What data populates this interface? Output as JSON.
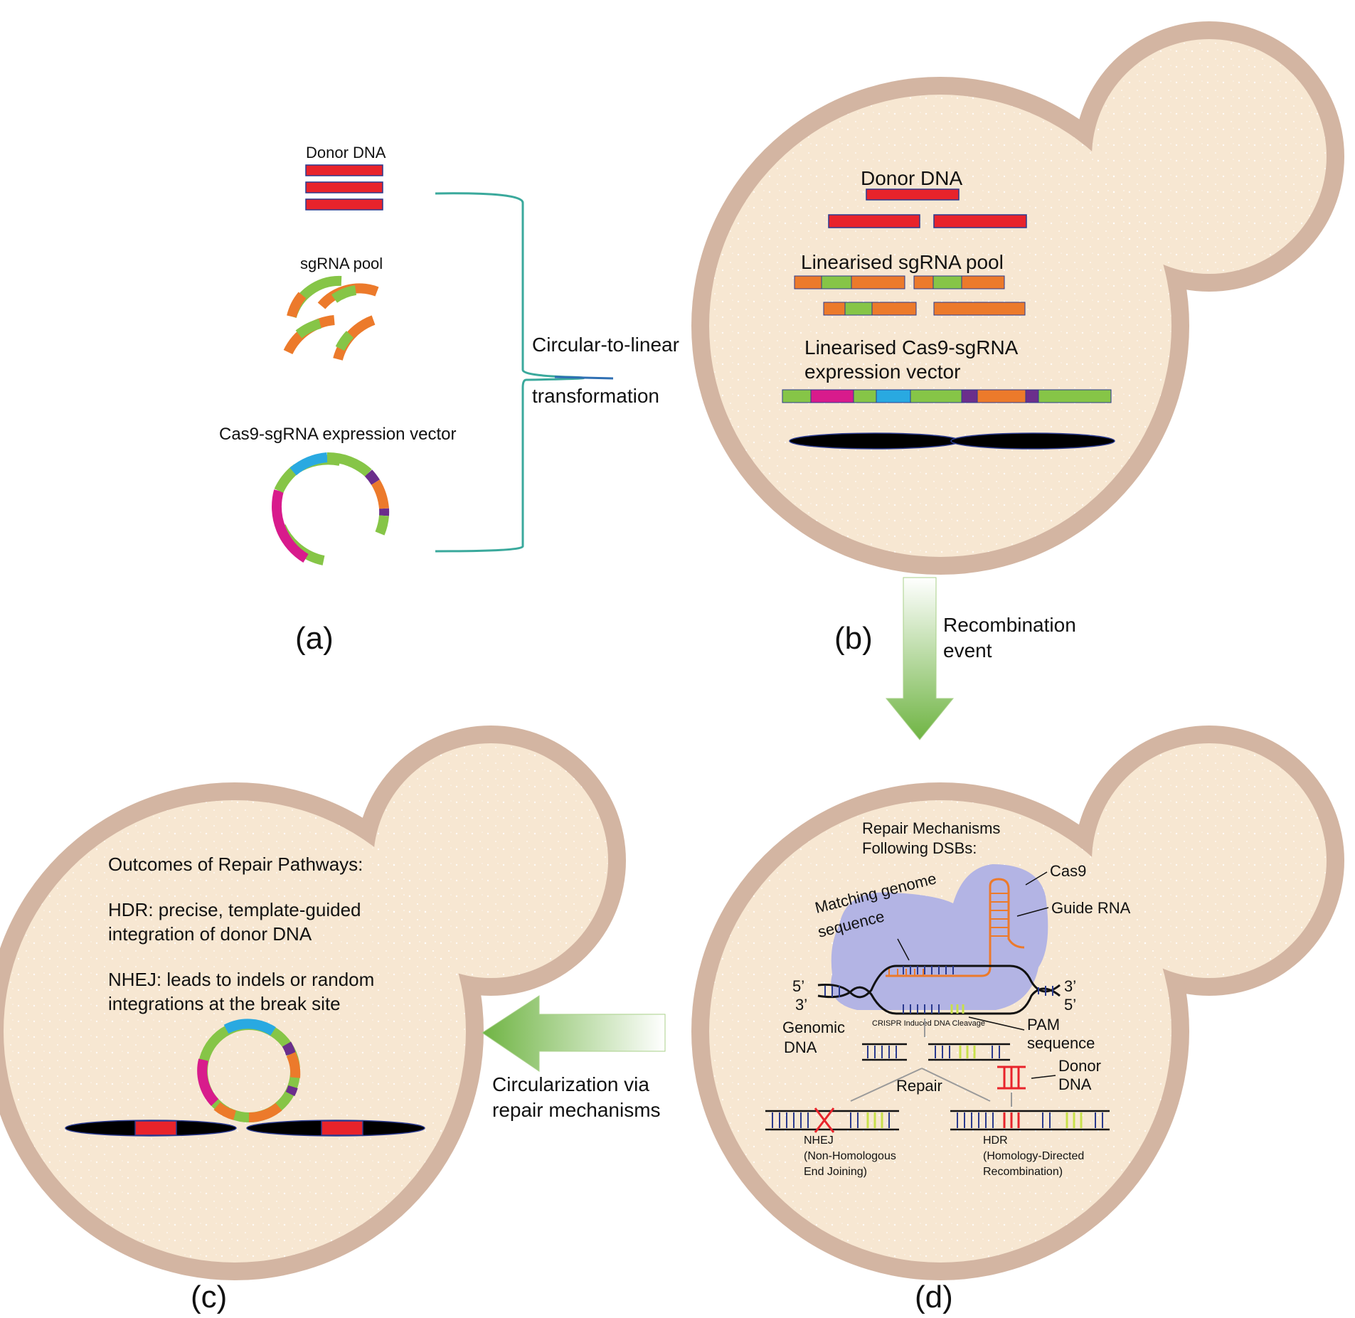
{
  "panel_a": {
    "donor_label": "Donor DNA",
    "sgrna_label": "sgRNA pool",
    "vector_label": "Cas9-sgRNA expression vector",
    "bracket_line1": "Circular-to-linear",
    "bracket_line2": "transformation",
    "panel_label": "(a)"
  },
  "panel_b": {
    "donor_label": "Donor DNA",
    "sgrna_label": "Linearised sgRNA pool",
    "vector_line1": "Linearised Cas9-sgRNA",
    "vector_line2": "expression vector",
    "panel_label": "(b)"
  },
  "arrow_down": {
    "line1": "Recombination",
    "line2": "event"
  },
  "arrow_left": {
    "line1": "Circularization via",
    "line2": "repair mechanisms"
  },
  "panel_c": {
    "title": "Outcomes of Repair Pathways:",
    "hdr_line1": "HDR: precise, template-guided",
    "hdr_line2": "integration of donor DNA",
    "nhej_line1": "NHEJ: leads to indels or random",
    "nhej_line2": "integrations at the break site",
    "panel_label": "(c)"
  },
  "panel_d": {
    "title_line1": "Repair Mechanisms",
    "title_line2": "Following DSBs:",
    "cas9": "Cas9",
    "guide_rna": "Guide RNA",
    "matching_line1": "Matching genome",
    "matching_line2": "sequence",
    "five_prime_left": "5’",
    "three_prime_left": "3’",
    "three_prime_right": "3’",
    "five_prime_right": "5’",
    "genomic_line1": "Genomic",
    "genomic_line2": "DNA",
    "cleavage": "CRISPR Induced DNA Cleavage",
    "pam_line1": "PAM",
    "pam_line2": "sequence",
    "repair": "Repair",
    "donor_line1": "Donor",
    "donor_line2": "DNA",
    "nhej_line1": "NHEJ",
    "nhej_line2": "(Non-Homologous",
    "nhej_line3": "End Joining)",
    "hdr_line1": "HDR",
    "hdr_line2": "(Homology-Directed",
    "hdr_line3": "Recombination)",
    "panel_label": "(d)"
  },
  "colors": {
    "cell_wall": "#d3b5a2",
    "cytoplasm": "#f7e7d2",
    "donor_red": "#e8232b",
    "orange": "#ec7a2b",
    "green": "#86c547",
    "blue": "#29a9e1",
    "magenta": "#d81b8c",
    "purple": "#6b2e8c",
    "dna_blue": "#2a3a8f",
    "pam_yellow": "#c8e04a",
    "cas9_lavender": "#b3b4e4",
    "arrow_green": "#7ebd54",
    "bracket_teal": "#3aa99c"
  }
}
